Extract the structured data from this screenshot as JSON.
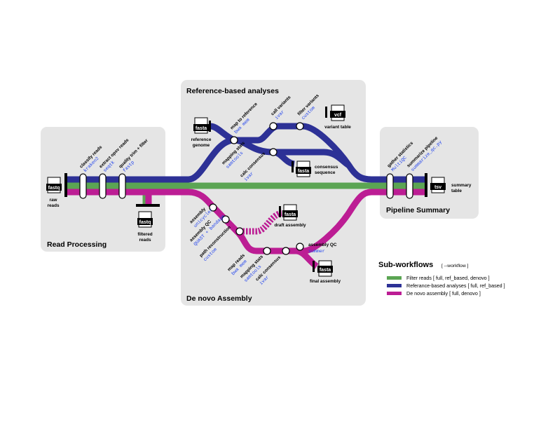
{
  "colors": {
    "green": "#5ba553",
    "navy": "#2d3196",
    "magenta": "#bc1d94",
    "panel": "#e5e5e5",
    "tool": "#2244ee"
  },
  "sections": {
    "read_processing": "Read Processing",
    "reference_based": "Reference-based analyses",
    "de_novo": "De novo Assembly",
    "pipeline_summary": "Pipeline Summary"
  },
  "read_processing": {
    "steps": [
      {
        "label": "classify reads",
        "tool": "kraken2"
      },
      {
        "label": "extract opxv reads",
        "tool": "seqtk"
      },
      {
        "label": "quality trim + filter",
        "tool": "fastp"
      }
    ],
    "raw_label_1": "raw",
    "raw_label_2": "reads",
    "filtered_label_1": "filtered",
    "filtered_label_2": "reads"
  },
  "reference_based": {
    "map": {
      "label": "map to reference",
      "tool": "bwa mem"
    },
    "stats": {
      "label": "mapping stats",
      "tool": "samtools"
    },
    "call": {
      "label": "call variants",
      "tool": "ivar"
    },
    "filter": {
      "label": "filter variants",
      "tool": "custom"
    },
    "consensus": {
      "label": "calc consensus",
      "tool": "ivar"
    },
    "ref_label_1": "reference",
    "ref_label_2": "genome",
    "variant_table": "variant table",
    "consensus_label_1": "consensus",
    "consensus_label_2": "sequence"
  },
  "de_novo": {
    "assembly": {
      "label": "assembly",
      "tool": "unicycler"
    },
    "qc": {
      "label": "assembly QC",
      "tool": "QUAST + bandage"
    },
    "path": {
      "label": "path reconstruction",
      "tool": "custom"
    },
    "map": {
      "label": "map reads",
      "tool": "bwa mem"
    },
    "stats": {
      "label": "mapping stats",
      "tool": "samtools"
    },
    "consensus": {
      "label": "calc consensus",
      "tool": "ivar"
    },
    "qc2": {
      "label": "assembly QC",
      "tool": "summer"
    },
    "draft_assembly": "draft assembly",
    "final_assembly": "final assembly"
  },
  "summary": {
    "gather": {
      "label": "gather statistics",
      "tool": "MultiQC"
    },
    "summarize": {
      "label": "summarize pipeline",
      "tool": "summarize_qc.py"
    },
    "summary_label_1": "summary",
    "summary_label_2": "table"
  },
  "files": {
    "fastq": "fastq",
    "fasta": "fasta",
    "vcf": "vcf",
    "tsv": "tsv"
  },
  "legend": {
    "title": "Sub-workflows",
    "subtitle": "[ --workflow ]",
    "items": [
      {
        "name": "Filter reads",
        "values": "[ full, ref_based, denovo ]",
        "color": "#5ba553"
      },
      {
        "name": "Referance-based analyses",
        "values": "[ full, ref_based ]",
        "color": "#2d3196"
      },
      {
        "name": "De novo assembly",
        "values": "[ full, denovo ]",
        "color": "#bc1d94"
      }
    ]
  }
}
